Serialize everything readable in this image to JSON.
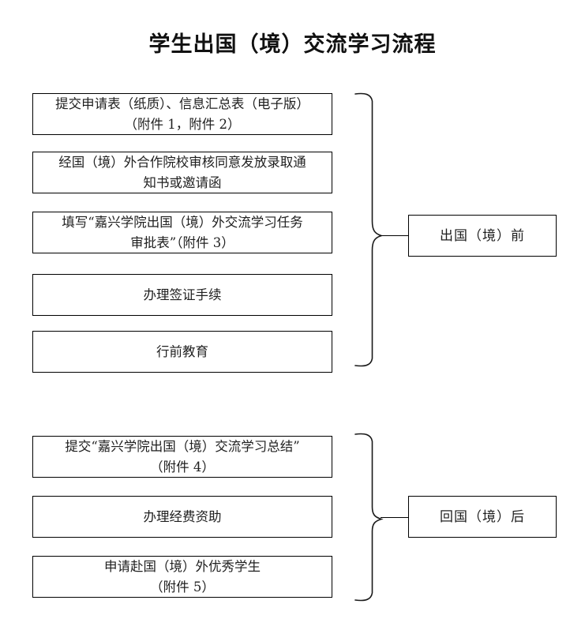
{
  "document": {
    "title": "学生出国（境）交流学习流程"
  },
  "groups": [
    {
      "name": "pre-departure",
      "label": "出国（境）前",
      "steps": [
        {
          "line1": "提交申请表（纸质）、信息汇总表（电子版）",
          "line2": "（附件 1，附件 2）"
        },
        {
          "line1": "经国（境）外合作院校审核同意发放录取通",
          "line2": "知书或邀请函"
        },
        {
          "line1": "填写“嘉兴学院出国（境）外交流学习任务",
          "line2": "审批表”（附件 3）"
        },
        {
          "line1": "办理签证手续",
          "line2": ""
        },
        {
          "line1": "行前教育",
          "line2": ""
        }
      ]
    },
    {
      "name": "post-return",
      "label": "回国（境）后",
      "steps": [
        {
          "line1": "提交“嘉兴学院出国（境）交流学习总结”",
          "line2": "（附件 4）"
        },
        {
          "line1": "办理经费资助",
          "line2": ""
        },
        {
          "line1": "申请赴国（境）外优秀学生",
          "line2": "（附件 5）"
        }
      ]
    }
  ],
  "colors": {
    "stroke": "#000000",
    "text": "#1f1f1f",
    "background": "#ffffff"
  }
}
